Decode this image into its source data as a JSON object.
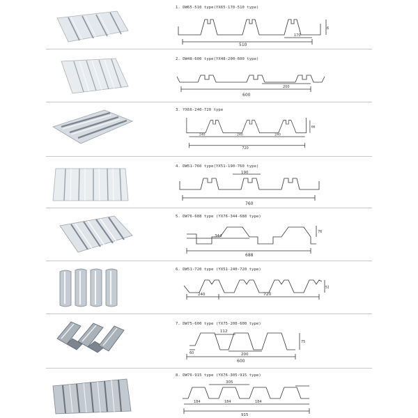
{
  "items": [
    {
      "title": "1.  DW65-510 type(YX65-170-510 type)",
      "dims": [
        "510",
        "170",
        "65"
      ]
    },
    {
      "title": "2.  DW48-600 type(YX48-200-600 type)",
      "dims": [
        "600",
        "200"
      ]
    },
    {
      "title": "3.  YX66-240-720 type",
      "dims": [
        "240",
        "240",
        "240",
        "720",
        "66"
      ]
    },
    {
      "title": "4.  DW51-760 type(YX51-190-760 type)",
      "dims": [
        "190",
        "760"
      ]
    },
    {
      "title": "5.  DW76-688 type  (YX76-344-688 type)",
      "dims": [
        "344",
        "688",
        "76"
      ]
    },
    {
      "title": "6.  DW51-720 type (YX51-240-720 type)",
      "dims": [
        "240",
        "720",
        "51"
      ]
    },
    {
      "title": "7.  DW75-600 type (YX75-200-600 type)",
      "dims": [
        "112",
        "200",
        "600",
        "75",
        "60"
      ]
    },
    {
      "title": "8.  DW76-915 type (YX76-305-915 type)",
      "dims": [
        "305",
        "184",
        "184",
        "184",
        "915"
      ]
    }
  ],
  "colors": {
    "metal_light": "#e6eaee",
    "metal_mid": "#b9c0c8",
    "metal_dark": "#7d8690",
    "line": "#333333",
    "divider": "#c8c8c8"
  }
}
